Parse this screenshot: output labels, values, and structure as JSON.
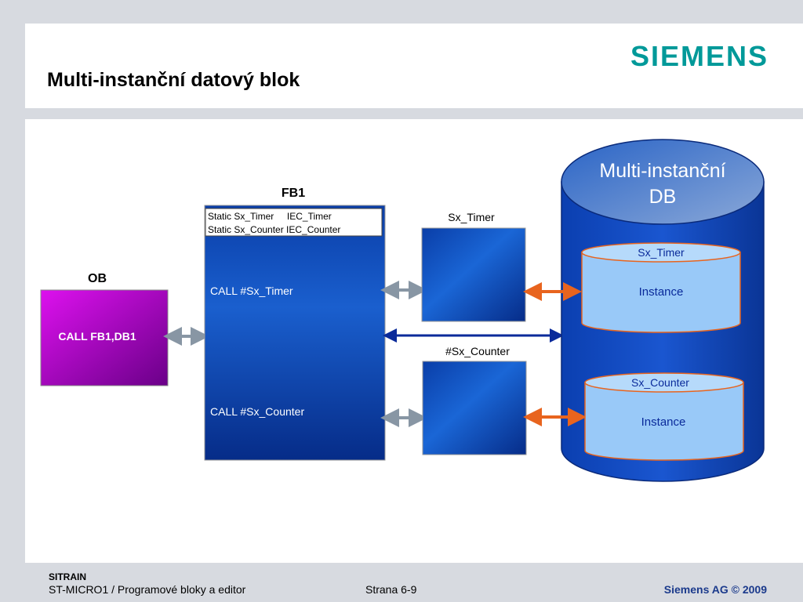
{
  "header": {
    "title": "Multi-instanční datový blok",
    "logo": "SIEMENS"
  },
  "diagram": {
    "fb1_label": "FB1",
    "ob_label": "OB",
    "ob_call": "CALL FB1,DB1",
    "static_line1": "Static Sx_Timer     IEC_Timer",
    "static_line2": "Static Sx_Counter IEC_Counter",
    "call_timer": "CALL #Sx_Timer",
    "call_counter": "CALL #Sx_Counter",
    "timer_label": "Sx_Timer",
    "counter_label": "#Sx_Counter",
    "db_title_line1": "Multi-instanční",
    "db_title_line2": "DB",
    "timer_instance_title": "Sx_Timer",
    "counter_instance_title": "Sx_Counter",
    "instance_text": "Instance"
  },
  "footer": {
    "brand": "SITRAIN",
    "course": "ST-MICRO1 / Programové bloky a editor",
    "page": "Strana 6-9",
    "copyright": "Siemens AG © 2009"
  },
  "colors": {
    "logo": "#009999",
    "footer_copyright": "#1b3a8c",
    "arrow_gray": "#8896a4",
    "arrow_orange": "#e8641e",
    "arrow_blue": "#0a2a9a"
  }
}
